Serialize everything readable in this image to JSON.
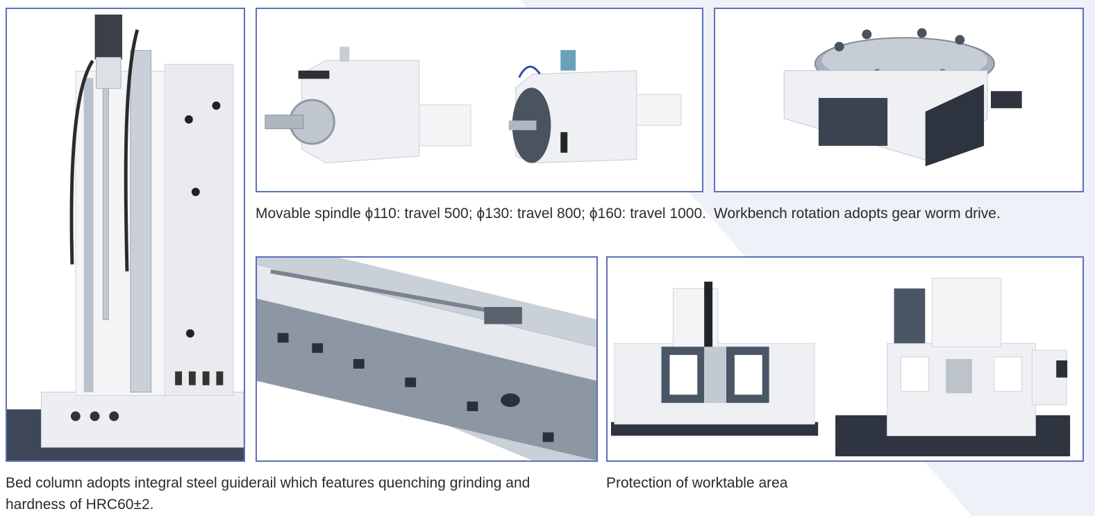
{
  "colors": {
    "frame": "#5d6fb8",
    "background_tint": "#eef1f7",
    "machine_light": "#f2f3f5",
    "machine_dark": "#4a5566",
    "rail_steel": "#b9c2cc"
  },
  "captions": {
    "spindle": "Movable spindle ϕ110: travel 500; ϕ130: travel 800; ϕ160: travel 1000.",
    "workbench": "Workbench rotation adopts gear worm drive.",
    "bed_column": "Bed column adopts integral steel guiderail which features quenching grinding and hardness of HRC60±2.",
    "protection": "Protection of worktable area"
  }
}
